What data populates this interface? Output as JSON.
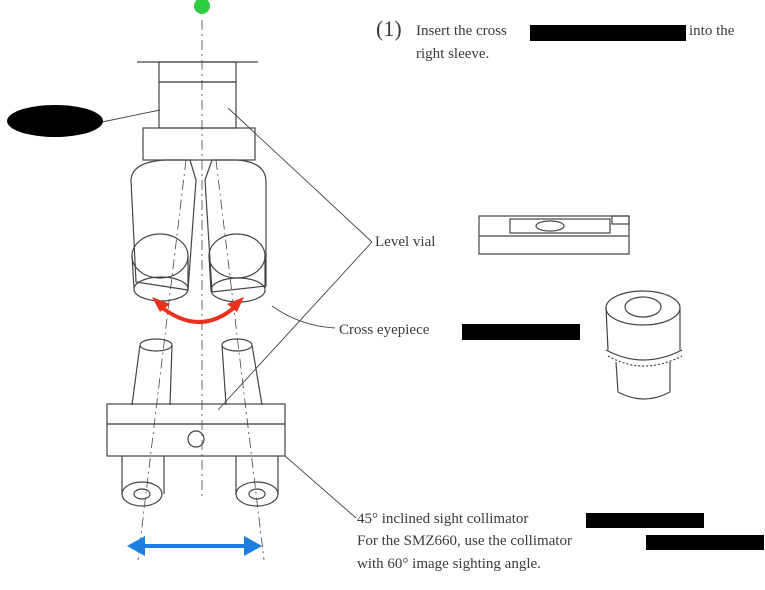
{
  "instruction": {
    "number": "(1)",
    "line1_a": "Insert the cross",
    "line1_b": "into the",
    "line2": "right sleeve."
  },
  "labels": {
    "level_vial": "Level vial",
    "cross_eyepiece": "Cross eyepiece",
    "collimator_line1": "45° inclined sight collimator",
    "collimator_line2": "For the SMZ660, use the collimator",
    "collimator_line3": "with 60° image sighting angle."
  },
  "colors": {
    "ink": "#333333",
    "marker_green": "#2ecc40",
    "arrow_red": "#e8321e",
    "arrow_blue": "#1a7fe0",
    "redaction": "#000000"
  }
}
